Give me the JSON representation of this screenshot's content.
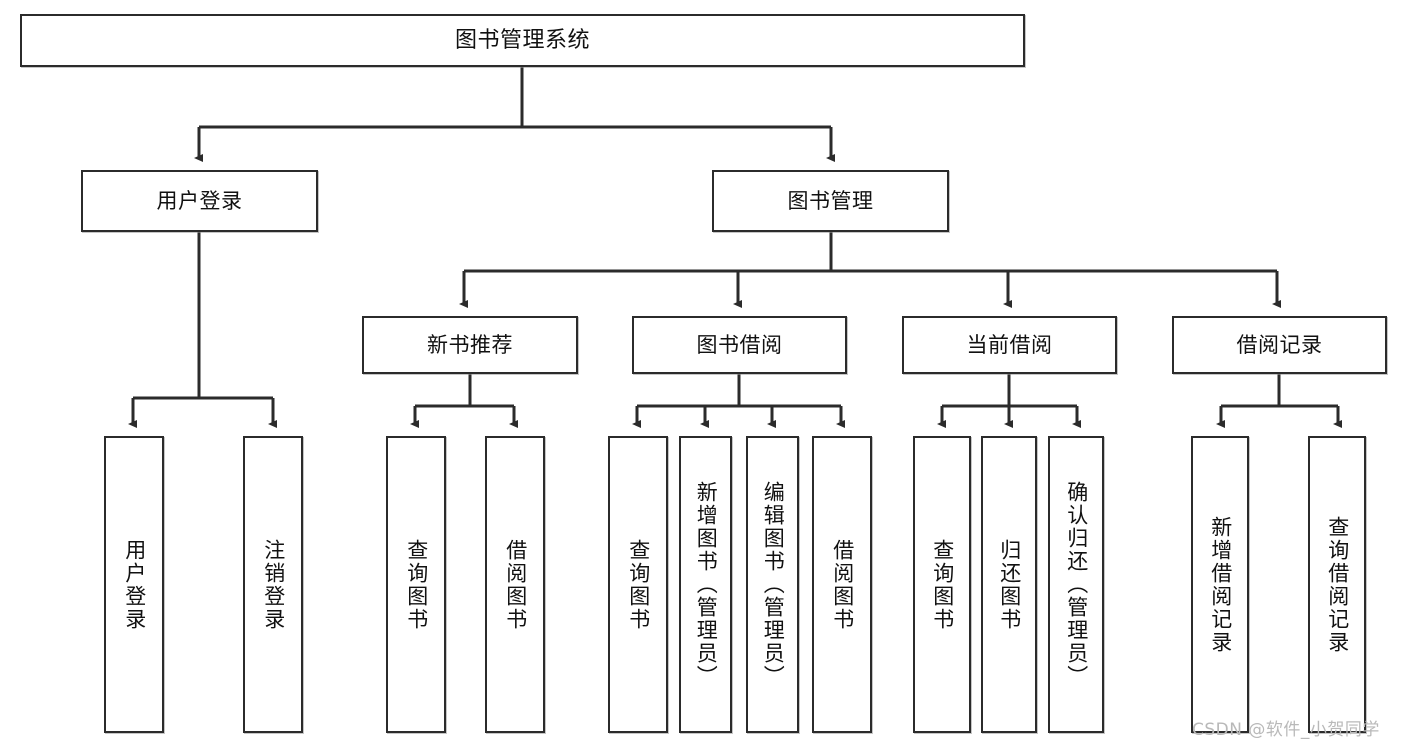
{
  "diagram": {
    "type": "tree",
    "title": "图书管理系统",
    "root": {
      "label": "图书管理系统"
    },
    "level1": [
      {
        "label": "用户登录"
      },
      {
        "label": "图书管理"
      }
    ],
    "level2": [
      {
        "label": "新书推荐"
      },
      {
        "label": "图书借阅"
      },
      {
        "label": "当前借阅"
      },
      {
        "label": "借阅记录"
      }
    ],
    "leaves": {
      "user_login": [
        {
          "label": "用户登录"
        },
        {
          "label": "注销登录"
        }
      ],
      "new_book_recommend": [
        {
          "label": "查询图书"
        },
        {
          "label": "借阅图书"
        }
      ],
      "book_borrow": [
        {
          "label": "查询图书"
        },
        {
          "label": "新增图书（管理员）"
        },
        {
          "label": "编辑图书（管理员）"
        },
        {
          "label": "借阅图书"
        }
      ],
      "current_borrow": [
        {
          "label": "查询图书"
        },
        {
          "label": "归还图书"
        },
        {
          "label": "确认归还（管理员）"
        }
      ],
      "borrow_record": [
        {
          "label": "新增借阅记录"
        },
        {
          "label": "查询借阅记录"
        }
      ]
    }
  },
  "watermark": {
    "text": "CSDN @软件_小贺同学"
  },
  "colors": {
    "box_border": "#2b2b2b",
    "box_fill": "#ffffff",
    "edge": "#2b2b2b",
    "text": "#111111",
    "watermark": "#b9b9b9",
    "background": "#ffffff"
  }
}
